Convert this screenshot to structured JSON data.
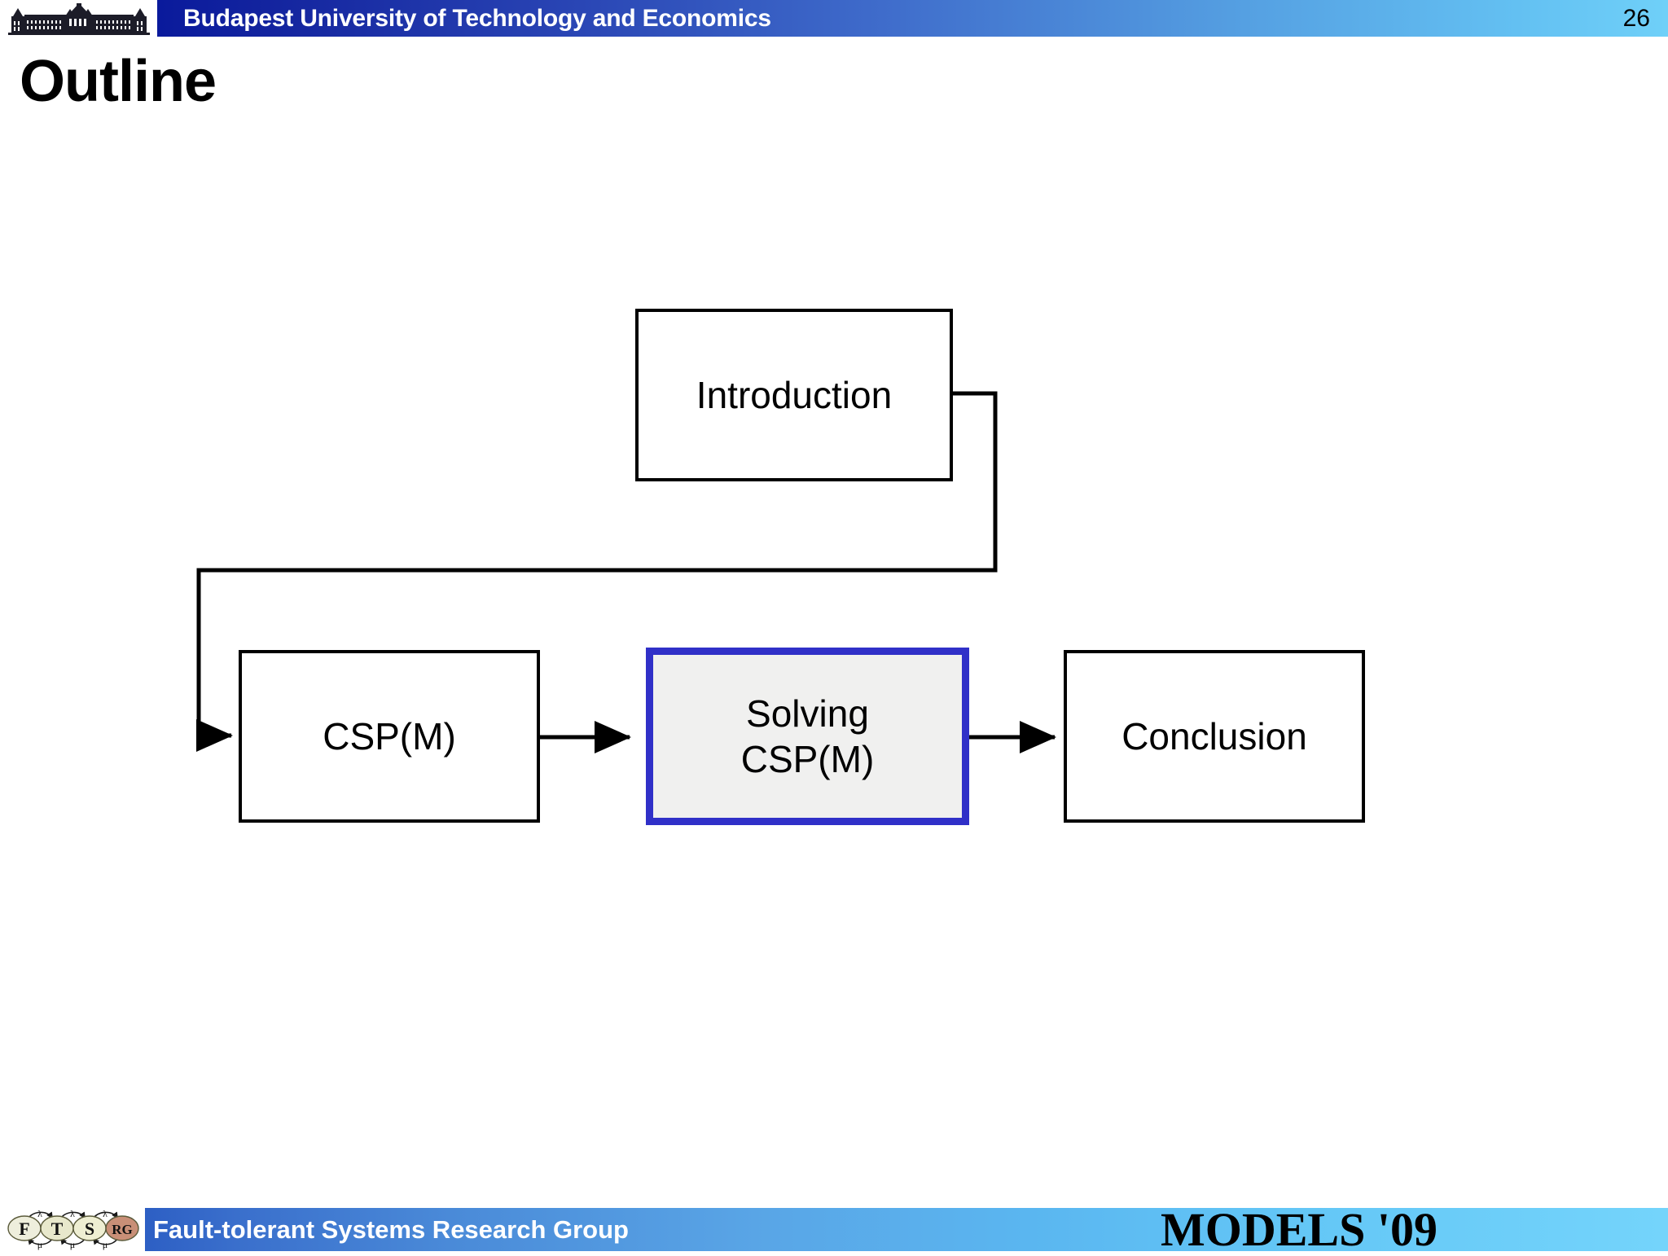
{
  "header": {
    "institution": "Budapest University of Technology and Economics",
    "page_number": "26",
    "logo_name": "bme-building-logo",
    "bar_color_start": "#0a1a9c",
    "bar_color_end": "#6fd0f8"
  },
  "slide": {
    "title": "Outline"
  },
  "diagram": {
    "type": "flowchart",
    "highlight_color": "#3030c8",
    "highlight_fill": "#f0f0ef",
    "nodes": [
      {
        "id": "introduction",
        "label": "Introduction",
        "highlighted": false
      },
      {
        "id": "csp-m",
        "label": "CSP(M)",
        "highlighted": false
      },
      {
        "id": "solving-csp-m",
        "label": "Solving\nCSP(M)",
        "highlighted": true
      },
      {
        "id": "conclusion",
        "label": "Conclusion",
        "highlighted": false
      }
    ],
    "edges": [
      {
        "from": "introduction",
        "to": "csp-m"
      },
      {
        "from": "csp-m",
        "to": "solving-csp-m"
      },
      {
        "from": "solving-csp-m",
        "to": "conclusion"
      }
    ]
  },
  "footer": {
    "group": "Fault-tolerant Systems Research Group",
    "conference": "MODELS '09",
    "logo_name": "ftsrg-logo",
    "logo_letters": [
      "F",
      "T",
      "S",
      "RG"
    ],
    "logo_symbols_top": "λ",
    "logo_symbols_bottom": "μ",
    "bar_color_start": "#2d5fc4",
    "bar_color_end": "#74d4fb"
  }
}
